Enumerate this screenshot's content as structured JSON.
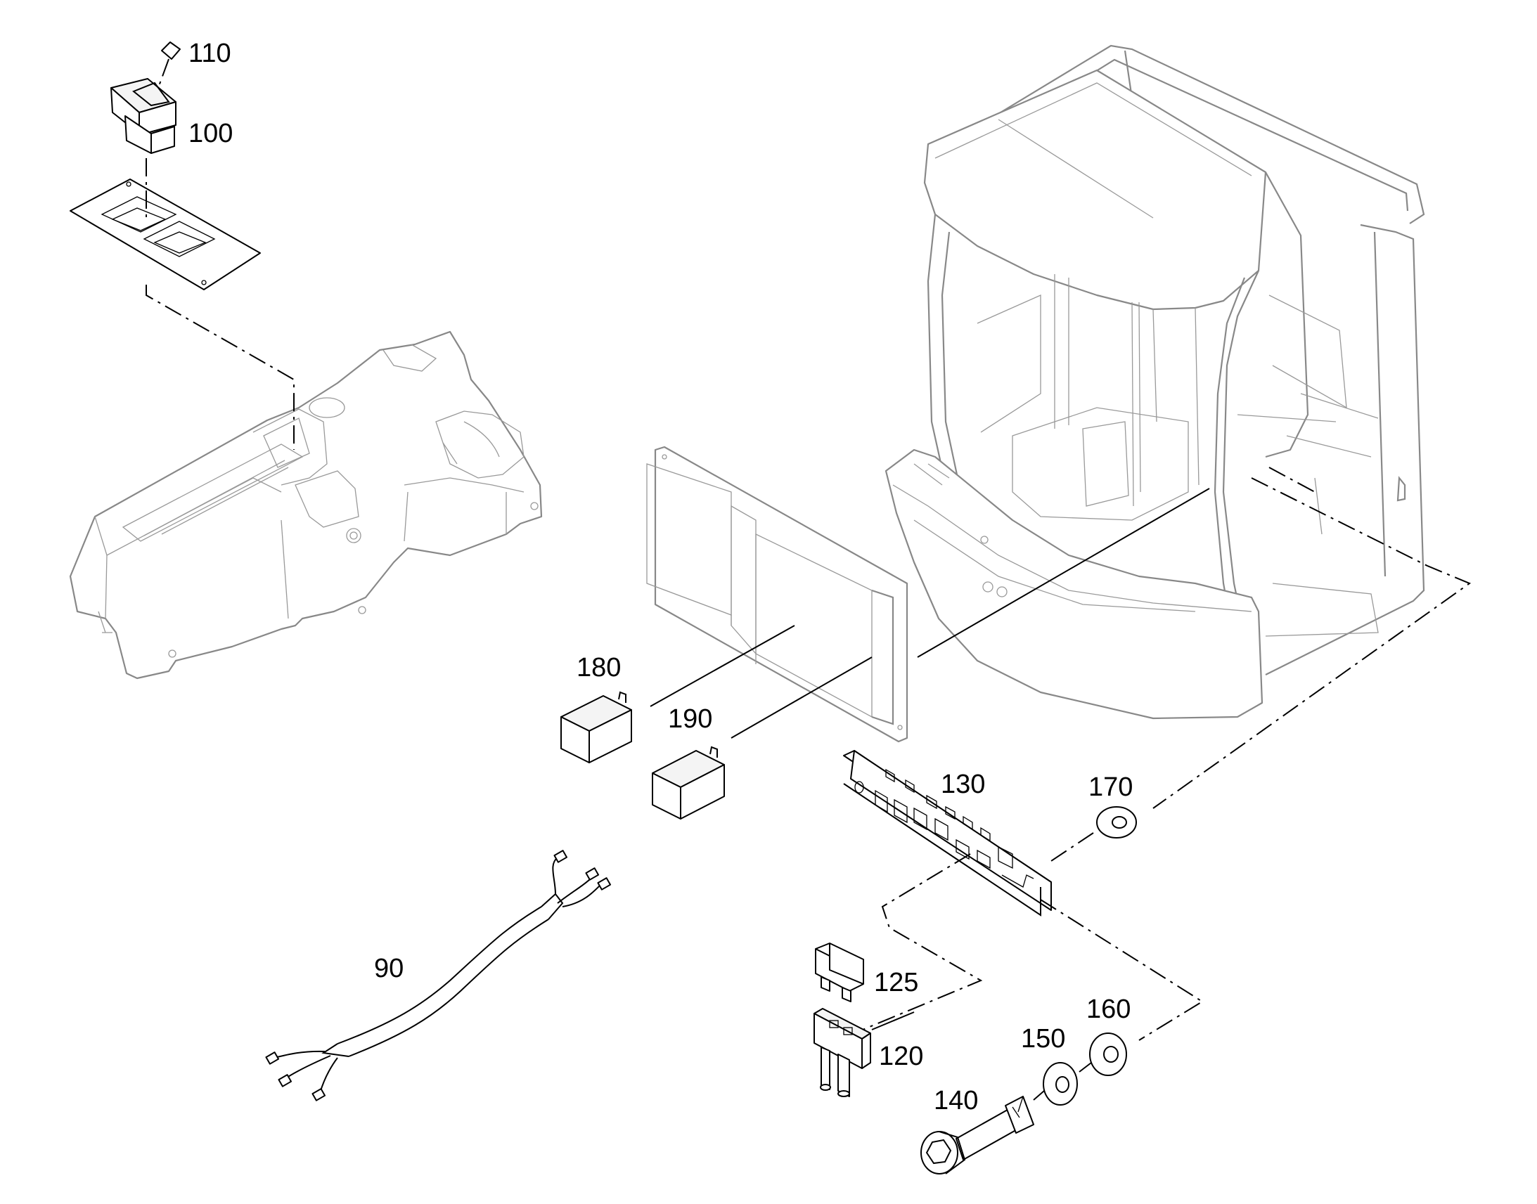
{
  "parts": [
    {
      "key": "p110",
      "number": "110"
    },
    {
      "key": "p100",
      "number": "100"
    },
    {
      "key": "p180",
      "number": "180"
    },
    {
      "key": "p190",
      "number": "190"
    },
    {
      "key": "p130",
      "number": "130"
    },
    {
      "key": "p170",
      "number": "170"
    },
    {
      "key": "p90",
      "number": "90"
    },
    {
      "key": "p125",
      "number": "125"
    },
    {
      "key": "p120",
      "number": "120"
    },
    {
      "key": "p150",
      "number": "150"
    },
    {
      "key": "p160",
      "number": "160"
    },
    {
      "key": "p140",
      "number": "140"
    }
  ]
}
